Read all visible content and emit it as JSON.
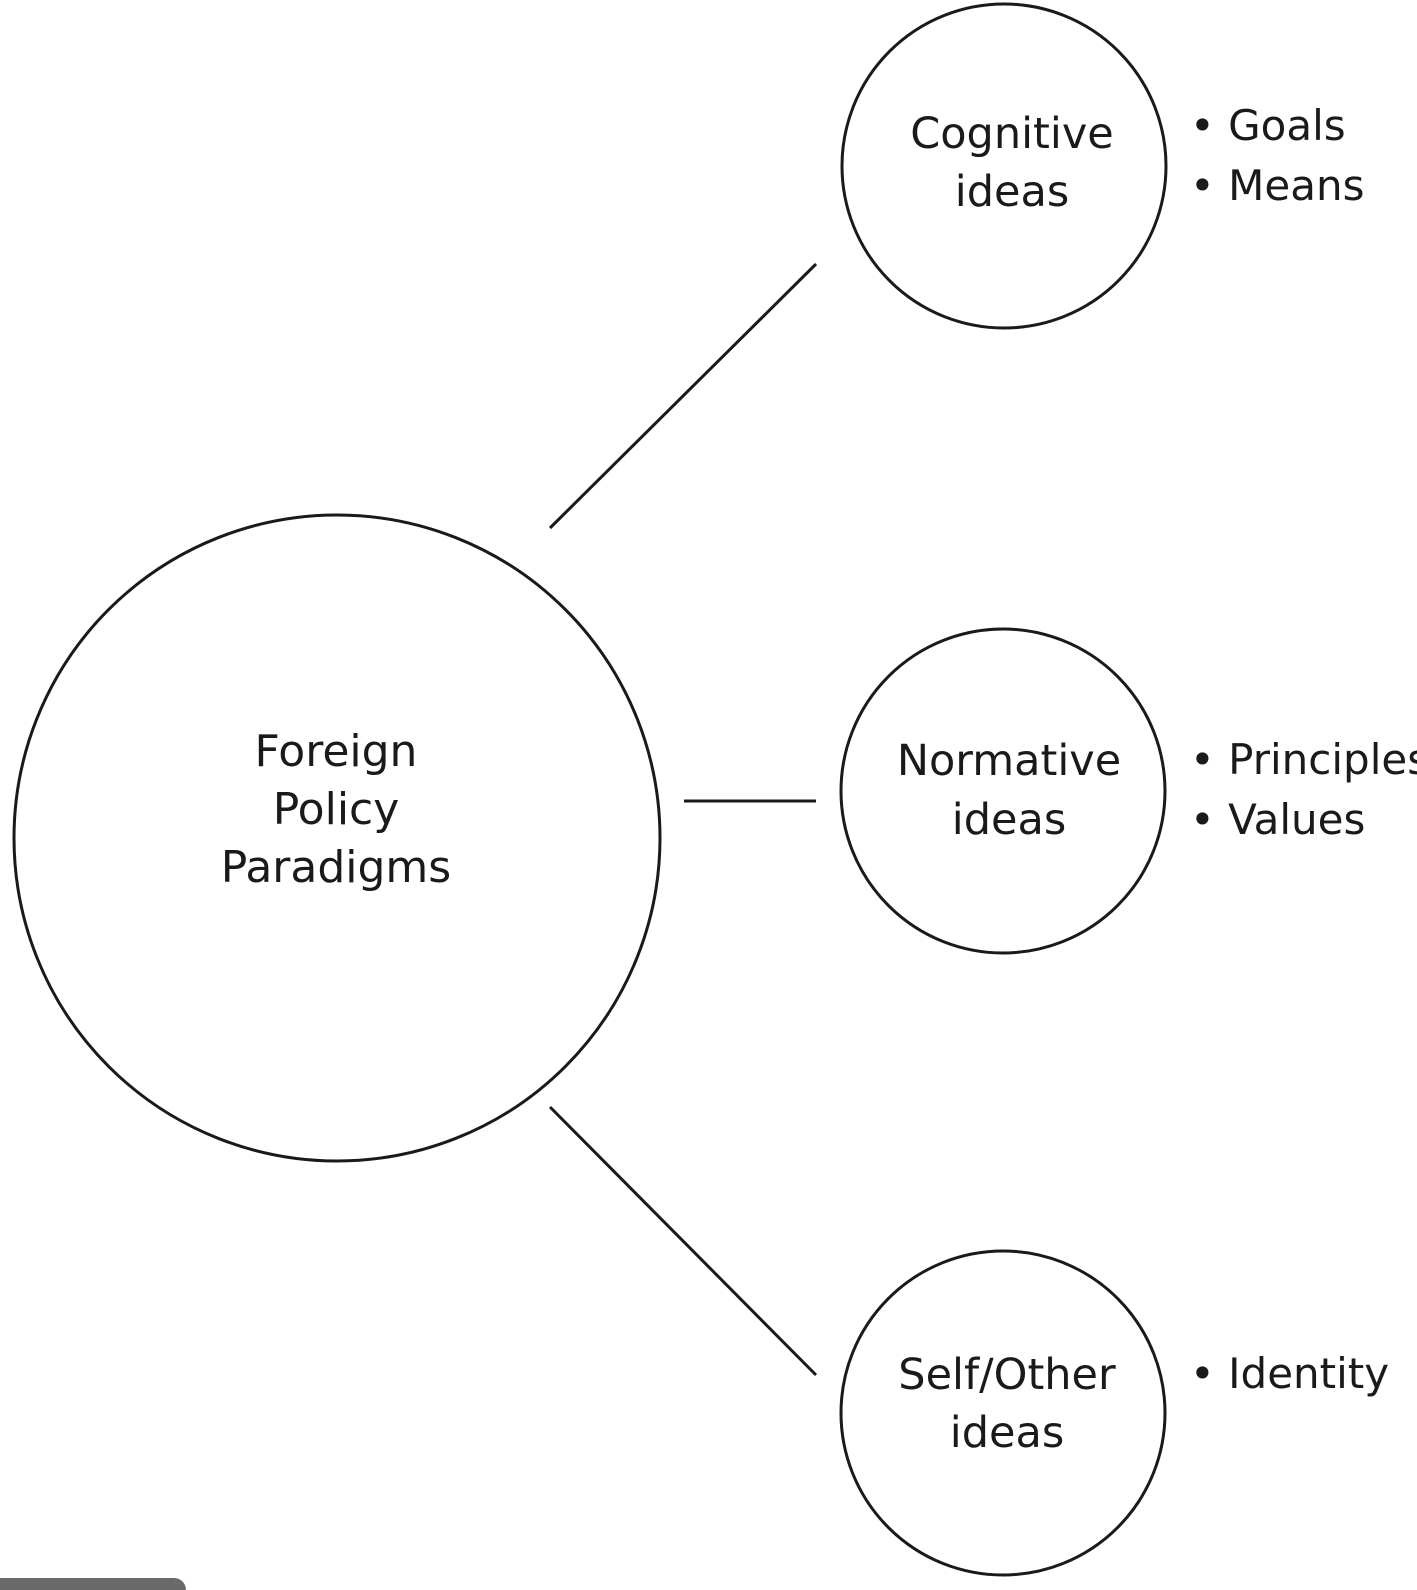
{
  "main_node": {
    "lines": [
      "Foreign",
      "Policy",
      "Paradigms"
    ]
  },
  "child_nodes": [
    {
      "lines": [
        "Cognitive",
        "ideas"
      ],
      "bullets": [
        "Goals",
        "Means"
      ]
    },
    {
      "lines": [
        "Normative",
        "ideas"
      ],
      "bullets": [
        "Principles",
        "Values"
      ]
    },
    {
      "lines": [
        "Self/Other",
        "ideas"
      ],
      "bullets": [
        "Identity"
      ]
    }
  ],
  "bullet_glyph": "•"
}
